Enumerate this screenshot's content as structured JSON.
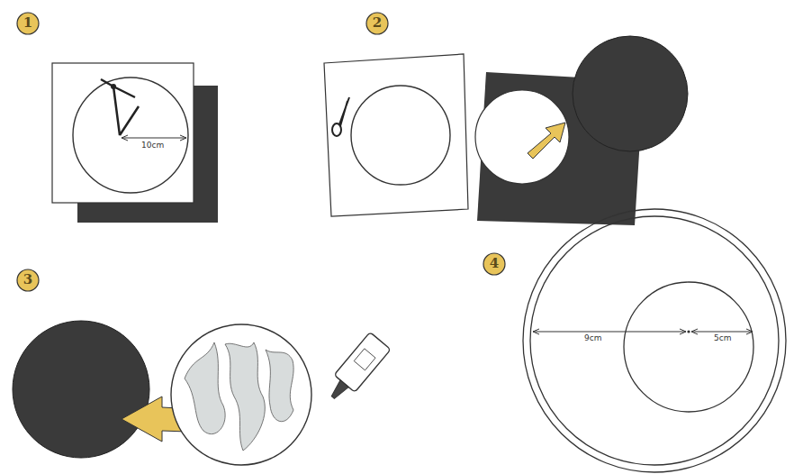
{
  "diagram": {
    "labels": [
      "1",
      "2",
      "3",
      "4",
      "10cm",
      "9cm",
      "5cm"
    ]
  }
}
